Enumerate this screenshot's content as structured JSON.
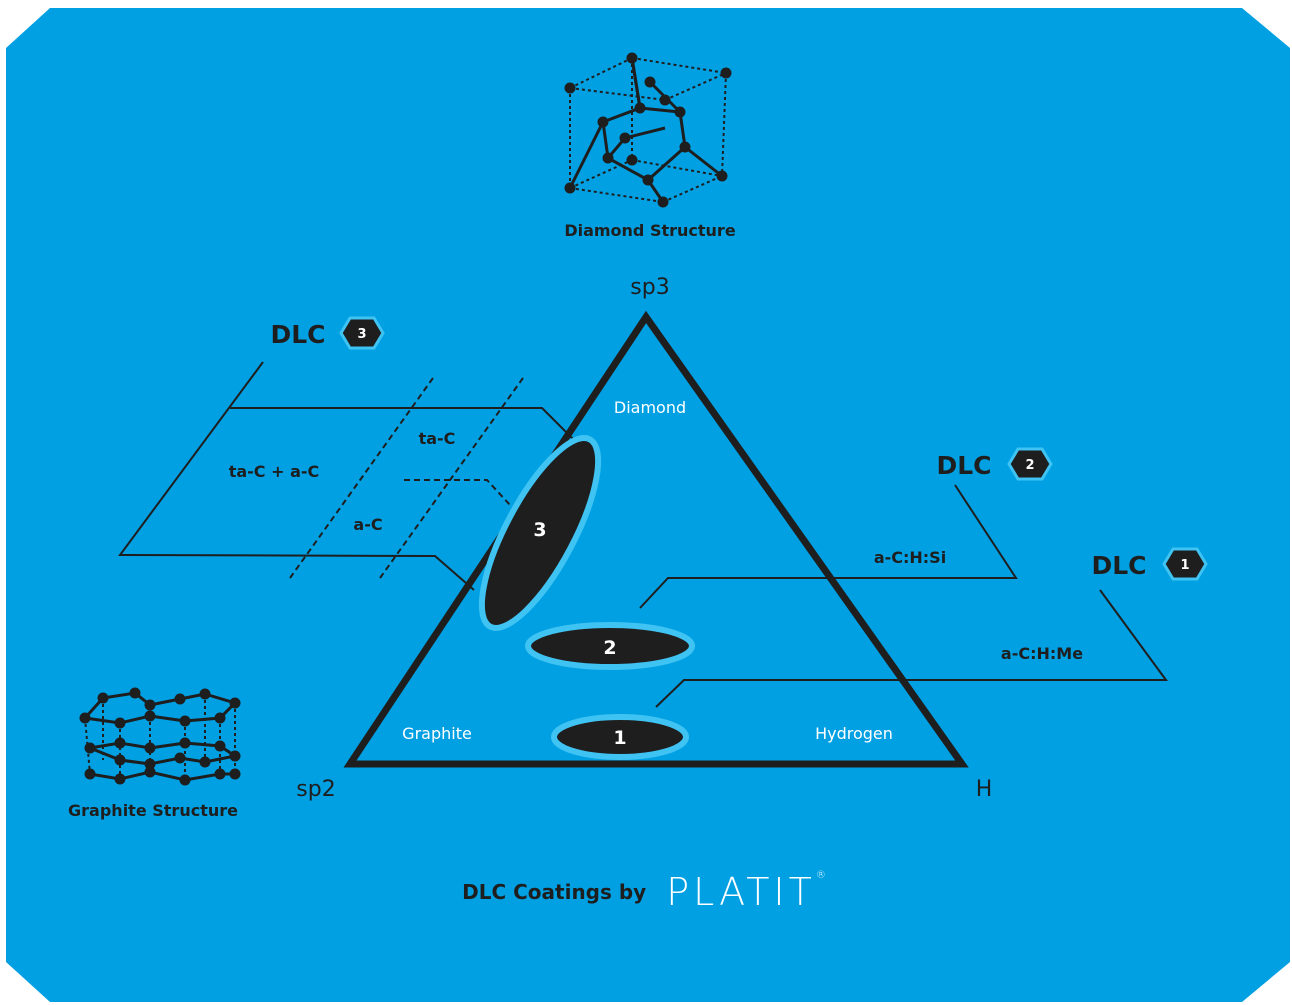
{
  "colors": {
    "background": "#00a0e3",
    "ink": "#1e1e1e",
    "highlight": "#3fc3f2",
    "white": "#ffffff"
  },
  "labels": {
    "diamond_structure": "Diamond Structure",
    "graphite_structure": "Graphite Structure",
    "vertex_top": "sp3",
    "vertex_left": "sp2",
    "vertex_right": "H",
    "region_diamond": "Diamond",
    "region_graphite": "Graphite",
    "region_hydrogen": "Hydrogen"
  },
  "dlc": [
    {
      "title": "DLC",
      "number": "3",
      "subtypes": [
        "ta-C + a-C",
        "ta-C",
        "a-C"
      ]
    },
    {
      "title": "DLC",
      "number": "2",
      "subtypes": [
        "a-C:H:Si"
      ]
    },
    {
      "title": "DLC",
      "number": "1",
      "subtypes": [
        "a-C:H:Me"
      ]
    }
  ],
  "zones": [
    "3",
    "2",
    "1"
  ],
  "footer": {
    "text": "DLC Coatings by",
    "logo": "PLATIT",
    "logo_mark": "®"
  }
}
